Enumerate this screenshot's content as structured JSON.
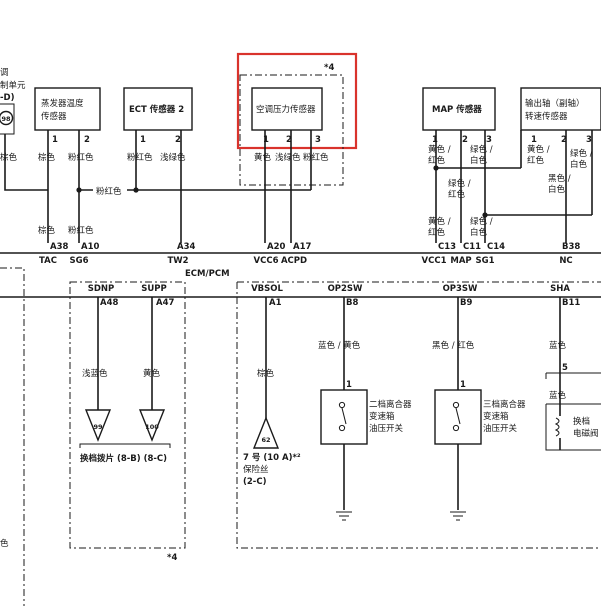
{
  "colors": {
    "highlight": "#d9332c",
    "line": "#1a1a1a"
  },
  "left_unit": {
    "line1": "调",
    "line2": "制单元",
    "line3": "-D)",
    "ref": "98",
    "wire": "棕色"
  },
  "sensors": {
    "evap": {
      "name_l1": "蒸发器温度",
      "name_l2": "传感器",
      "pin1": "1",
      "pin2": "2"
    },
    "ect2": {
      "name": "ECT 传感器 2",
      "pin1": "1",
      "pin2": "2"
    },
    "ac_pressure": {
      "name": "空调压力传感器",
      "note": "*4",
      "pin1": "1",
      "pin2": "2",
      "pin3": "3"
    },
    "map": {
      "name": "MAP 传感器",
      "pin1": "1",
      "pin2": "2",
      "pin3": "3"
    },
    "output_shaft": {
      "name_l1": "输出轴（副轴）",
      "name_l2": "转速传感器",
      "pin1": "1",
      "pin2": "2",
      "pin3": "3"
    }
  },
  "wires": {
    "evap1": "棕色",
    "evap2": "粉红色",
    "ect1": "粉红色",
    "ect2": "浅绿色",
    "ac1": "黄色",
    "ac2": "浅绿色",
    "ac3": "粉红色",
    "bus": "粉红色",
    "tac_low": "棕色",
    "sg6_low": "粉红色",
    "map1_l1": "黄色 /",
    "map1_l2": "红色",
    "map2_l1": "绿色 /",
    "map2_l2": "白色",
    "os1_l1": "黄色 /",
    "os1_l2": "红色",
    "os3_l1": "绿色 /",
    "os3_l2": "白色",
    "mid_l1": "绿色 /",
    "mid_l2": "红色",
    "c13_l1": "黄色 /",
    "c13_l2": "红色",
    "c14_l1": "绿色 /",
    "c14_l2": "白色",
    "b38_l1": "黑色 /",
    "b38_l2": "白色",
    "sdnp": "浅蓝色",
    "supp": "黄色",
    "vbsol": "棕色",
    "op2sw": "蓝色 / 黄色",
    "op3sw": "黑色 / 红色",
    "sha": "蓝色",
    "sha_low": "蓝色",
    "left_side": "色"
  },
  "ecm_top": {
    "pins": [
      "A38",
      "A10",
      "A34",
      "A20",
      "A17",
      "C13",
      "C11",
      "C14",
      "B38"
    ],
    "signals": [
      "TAC",
      "SG6",
      "TW2",
      "VCC6",
      "ACPD",
      "VCC1",
      "MAP",
      "SG1",
      "NC"
    ]
  },
  "ecm_label": "ECM/PCM",
  "ecm_bottom": {
    "signals": [
      "SDNP",
      "SUPP",
      "VBSOL",
      "OP2SW",
      "OP3SW",
      "SHA"
    ],
    "pins": [
      "A48",
      "A47",
      "A1",
      "B8",
      "B9",
      "B11"
    ]
  },
  "connectors": {
    "c99": "99",
    "c100": "100",
    "shift_paddle": "换档拨片 (8-B) (8-C)",
    "note4": "*4",
    "c62": "62",
    "fuse_l1": "7 号 (10 A)*²",
    "fuse_l2": "保险丝",
    "fuse_l3": "(2-C)"
  },
  "switches": {
    "op2": {
      "pin": "1",
      "l1": "二档离合器",
      "l2": "变速箱",
      "l3": "油压开关"
    },
    "op3": {
      "pin": "1",
      "l1": "三档离合器",
      "l2": "变速箱",
      "l3": "油压开关"
    },
    "sha": {
      "pin": "5",
      "l1": "换档",
      "l2": "电磁阀"
    }
  }
}
